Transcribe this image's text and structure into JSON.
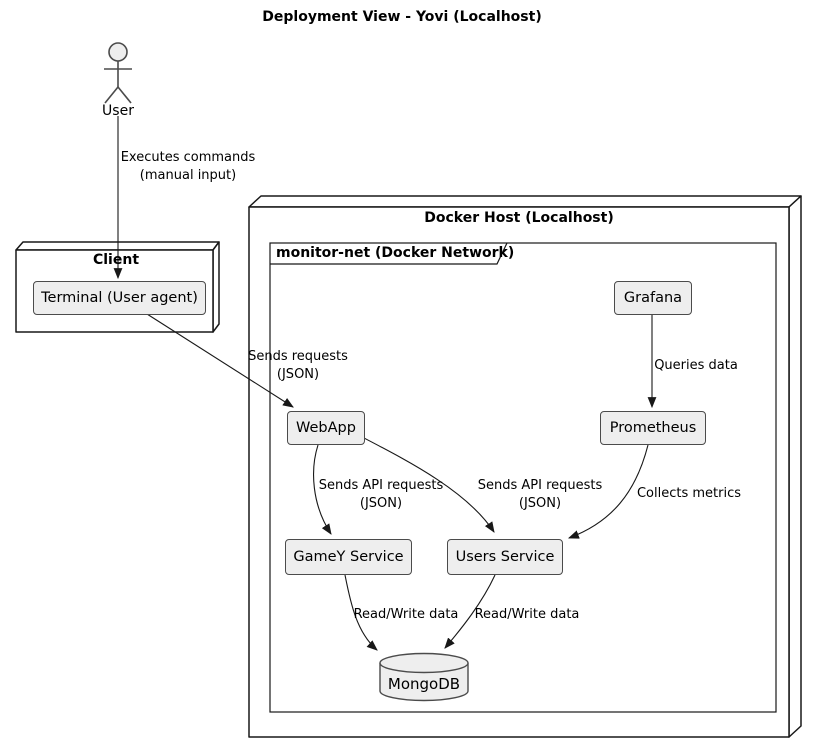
{
  "title": "Deployment View - Yovi (Localhost)",
  "colors": {
    "background": "#ffffff",
    "component_fill": "#eeeeee",
    "component_border": "#4b4b4b",
    "node_fill": "#ffffff",
    "line": "#181818",
    "text": "#000000"
  },
  "actor": {
    "label": "User"
  },
  "nodes": {
    "client": {
      "label": "Client"
    },
    "docker_host": {
      "label": "Docker Host (Localhost)"
    },
    "monitor_net": {
      "label": "monitor-net (Docker Network)"
    }
  },
  "components": {
    "terminal": "Terminal (User agent)",
    "grafana": "Grafana",
    "prometheus": "Prometheus",
    "webapp": "WebApp",
    "gamey_service": "GameY Service",
    "users_service": "Users Service"
  },
  "database": {
    "mongodb": "MongoDB"
  },
  "edges": {
    "user_terminal": "Executes commands\n(manual input)",
    "terminal_webapp": "Sends requests\n(JSON)",
    "grafana_prometheus": "Queries data",
    "webapp_gamey": "Sends API requests\n(JSON)",
    "webapp_users": "Sends API requests\n(JSON)",
    "prometheus_users": "Collects metrics",
    "gamey_mongodb": "Read/Write data",
    "users_mongodb": "Read/Write data"
  }
}
